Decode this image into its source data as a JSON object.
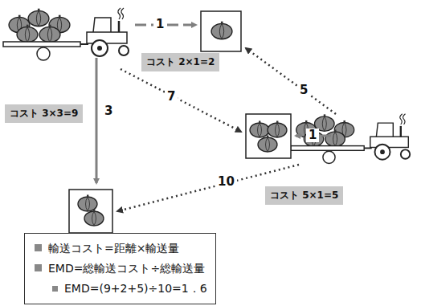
{
  "diagram": {
    "nodes": [
      {
        "text": [
          "コスト 2×1=2"
        ]
      },
      {
        "text": [
          "コスト 3×3=9"
        ]
      },
      {
        "text": [
          "コスト 5×1=5"
        ]
      },
      {
        "text": [
          "輸送コスト=距離×輸送量",
          "EMD=総輸送コスト÷総輸送量",
          "EMD=(9+2+5)÷10=1．6"
        ]
      }
    ],
    "labels": [
      "1",
      "5",
      "3",
      "7",
      "1",
      "10"
    ]
  }
}
